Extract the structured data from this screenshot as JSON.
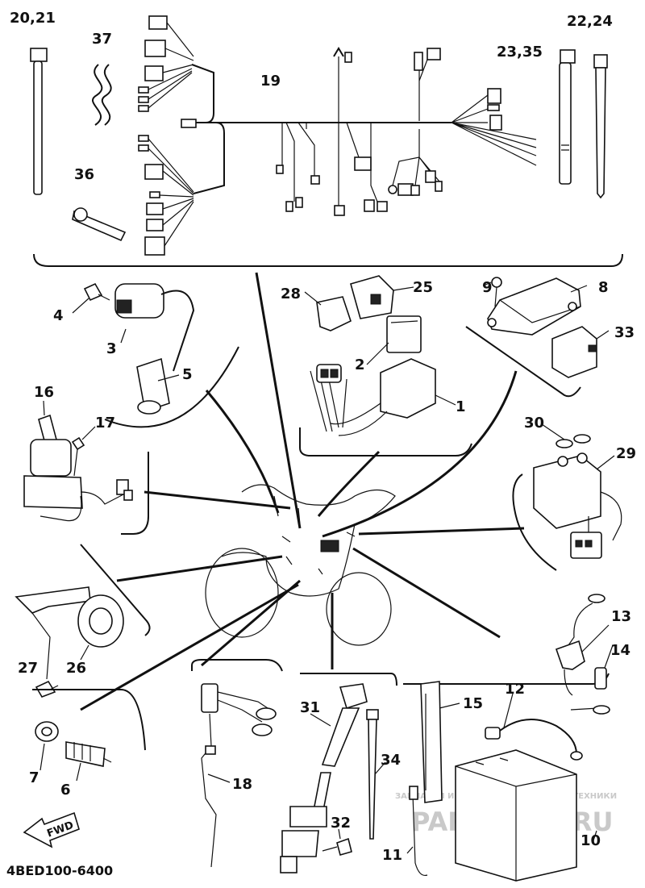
{
  "labels": {
    "l20_21": "20,21",
    "l37": "37",
    "l36": "36",
    "l19": "19",
    "l23_35": "23,35",
    "l22_24": "22,24",
    "l4": "4",
    "l3": "3",
    "l5": "5",
    "l28": "28",
    "l25": "25",
    "l2": "2",
    "l1": "1",
    "l9": "9",
    "l8": "8",
    "l33": "33",
    "l16": "16",
    "l17": "17",
    "l30": "30",
    "l29": "29",
    "l27": "27",
    "l26": "26",
    "l13": "13",
    "l14": "14",
    "l7": "7",
    "l6": "6",
    "l18": "18",
    "l31": "31",
    "l34": "34",
    "l15": "15",
    "l12": "12",
    "l32": "32",
    "l11": "11",
    "l10": "10"
  },
  "fwd_label": "FWD",
  "diagram_code": "4BED100-6400",
  "watermark": {
    "line1": "ЗАПЧАСТИ И АКСЕССУАРЫ ДЛЯ МОТОТЕХНИКИ",
    "line2": "PARTSFOR.RU"
  }
}
